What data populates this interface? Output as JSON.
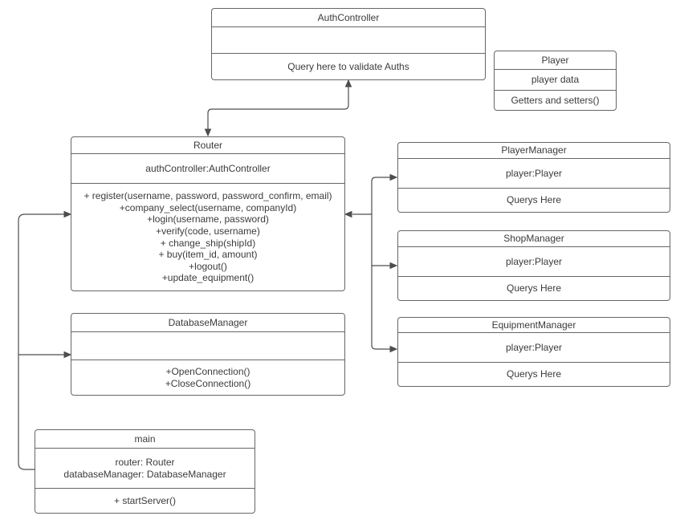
{
  "diagram_type": "uml-class-diagram",
  "colors": {
    "canvas_background": "#ffffff",
    "box_border": "#666666",
    "edge_color": "#4d4d4d",
    "text_color": "#3b3b3b"
  },
  "classes": {
    "authController": {
      "title": "AuthController",
      "attributes": [],
      "methods": [
        "Query here to validate Auths"
      ]
    },
    "player": {
      "title": "Player",
      "attributes": [
        "player data"
      ],
      "methods": [
        "Getters and setters()"
      ]
    },
    "router": {
      "title": "Router",
      "attributes": [
        "authController:AuthController"
      ],
      "methods": [
        "+ register(username, password, password_confirm, email)",
        "+company_select(username, companyId)",
        "+login(username, password)",
        "+verify(code, username)",
        "+ change_ship(shipId)",
        "+ buy(item_id, amount)",
        "+logout()",
        "+update_equipment()"
      ]
    },
    "playerManager": {
      "title": "PlayerManager",
      "attributes": [
        "player:Player"
      ],
      "methods": [
        "Querys Here"
      ]
    },
    "shopManager": {
      "title": "ShopManager",
      "attributes": [
        "player:Player"
      ],
      "methods": [
        "Querys Here"
      ]
    },
    "equipmentManager": {
      "title": "EquipmentManager",
      "attributes": [
        "player:Player"
      ],
      "methods": [
        "Querys Here"
      ]
    },
    "databaseManager": {
      "title": "DatabaseManager",
      "attributes": [],
      "methods": [
        "+OpenConnection()",
        "+CloseConnection()"
      ]
    },
    "main": {
      "title": "main",
      "attributes": [
        "router: Router",
        "databaseManager: DatabaseManager"
      ],
      "methods": [
        "+ startServer()"
      ]
    }
  },
  "relations": [
    "Router <-> AuthController",
    "main -> Router",
    "main -> DatabaseManager",
    "Router <-> PlayerManager",
    "Router <-> ShopManager",
    "Router <-> EquipmentManager"
  ]
}
